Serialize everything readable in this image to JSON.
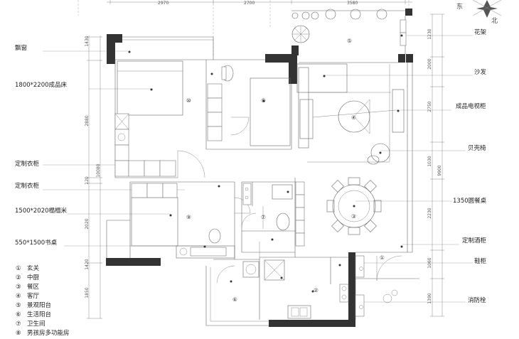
{
  "left_labels": {
    "bay_window": "飘窗",
    "bed": "1800*2200成品床",
    "wardrobe_1": "定制衣柜",
    "wardrobe_2": "定制衣柜",
    "tatami": "1500*2020榻榻米",
    "desk": "550*1500书桌"
  },
  "right_labels": {
    "flower_rack": "花架",
    "sofa": "沙发",
    "tv_cabinet": "成品电视柜",
    "shell_chair": "贝壳椅",
    "dining_table": "1350圆餐桌",
    "wine_cabinet": "定制酒柜",
    "shoe_cabinet": "鞋柜",
    "hydrant": "消防栓"
  },
  "legend": [
    {
      "num": "①",
      "text": "玄关"
    },
    {
      "num": "②",
      "text": "中厨"
    },
    {
      "num": "③",
      "text": "餐区"
    },
    {
      "num": "④",
      "text": "客厅"
    },
    {
      "num": "⑤",
      "text": "景观阳台"
    },
    {
      "num": "⑥",
      "text": "生活阳台"
    },
    {
      "num": "⑦",
      "text": "卫生间"
    },
    {
      "num": "⑧",
      "text": "男孩房多功能房"
    }
  ],
  "room_numbers": {
    "r1": "①",
    "r2": "②",
    "r3": "③",
    "r4": "④",
    "r5": "⑤",
    "r6": "⑥",
    "r7": "⑦",
    "r8": "⑧",
    "r9": "⑨",
    "r10": "⑩"
  },
  "top_dims": {
    "d1": "2970",
    "d2": "2700",
    "d3": "3580"
  },
  "left_dims": {
    "total": "10080",
    "a": "1430",
    "b": "2880",
    "c": "120",
    "d": "2020",
    "e": "1420",
    "f": "1850"
  },
  "right_dims": {
    "total": "9900",
    "a": "1230",
    "b": "2000",
    "c": "2750",
    "d": "1030",
    "e": "2230",
    "f": "1060",
    "g": "1390"
  },
  "compass": {
    "east": "东",
    "north": "北"
  }
}
